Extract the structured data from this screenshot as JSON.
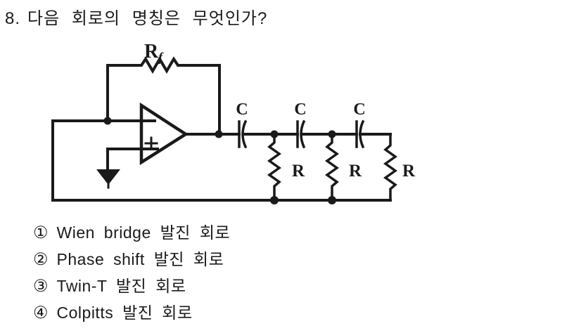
{
  "question": {
    "number": "8.",
    "text": "다음 회로의 명칭은 무엇인가?"
  },
  "circuit": {
    "rf_label": "R",
    "rf_subscript": "f",
    "cap_labels": [
      "C",
      "C",
      "C"
    ],
    "res_labels": [
      "R",
      "R",
      "R"
    ],
    "line_color": "#1a1a1a"
  },
  "options": [
    {
      "marker": "①",
      "label": "Wien bridge 발진 회로"
    },
    {
      "marker": "②",
      "label": "Phase shift 발진 회로"
    },
    {
      "marker": "③",
      "label": "Twin-T 발진 회로"
    },
    {
      "marker": "④",
      "label": "Colpitts 발진 회로"
    }
  ]
}
